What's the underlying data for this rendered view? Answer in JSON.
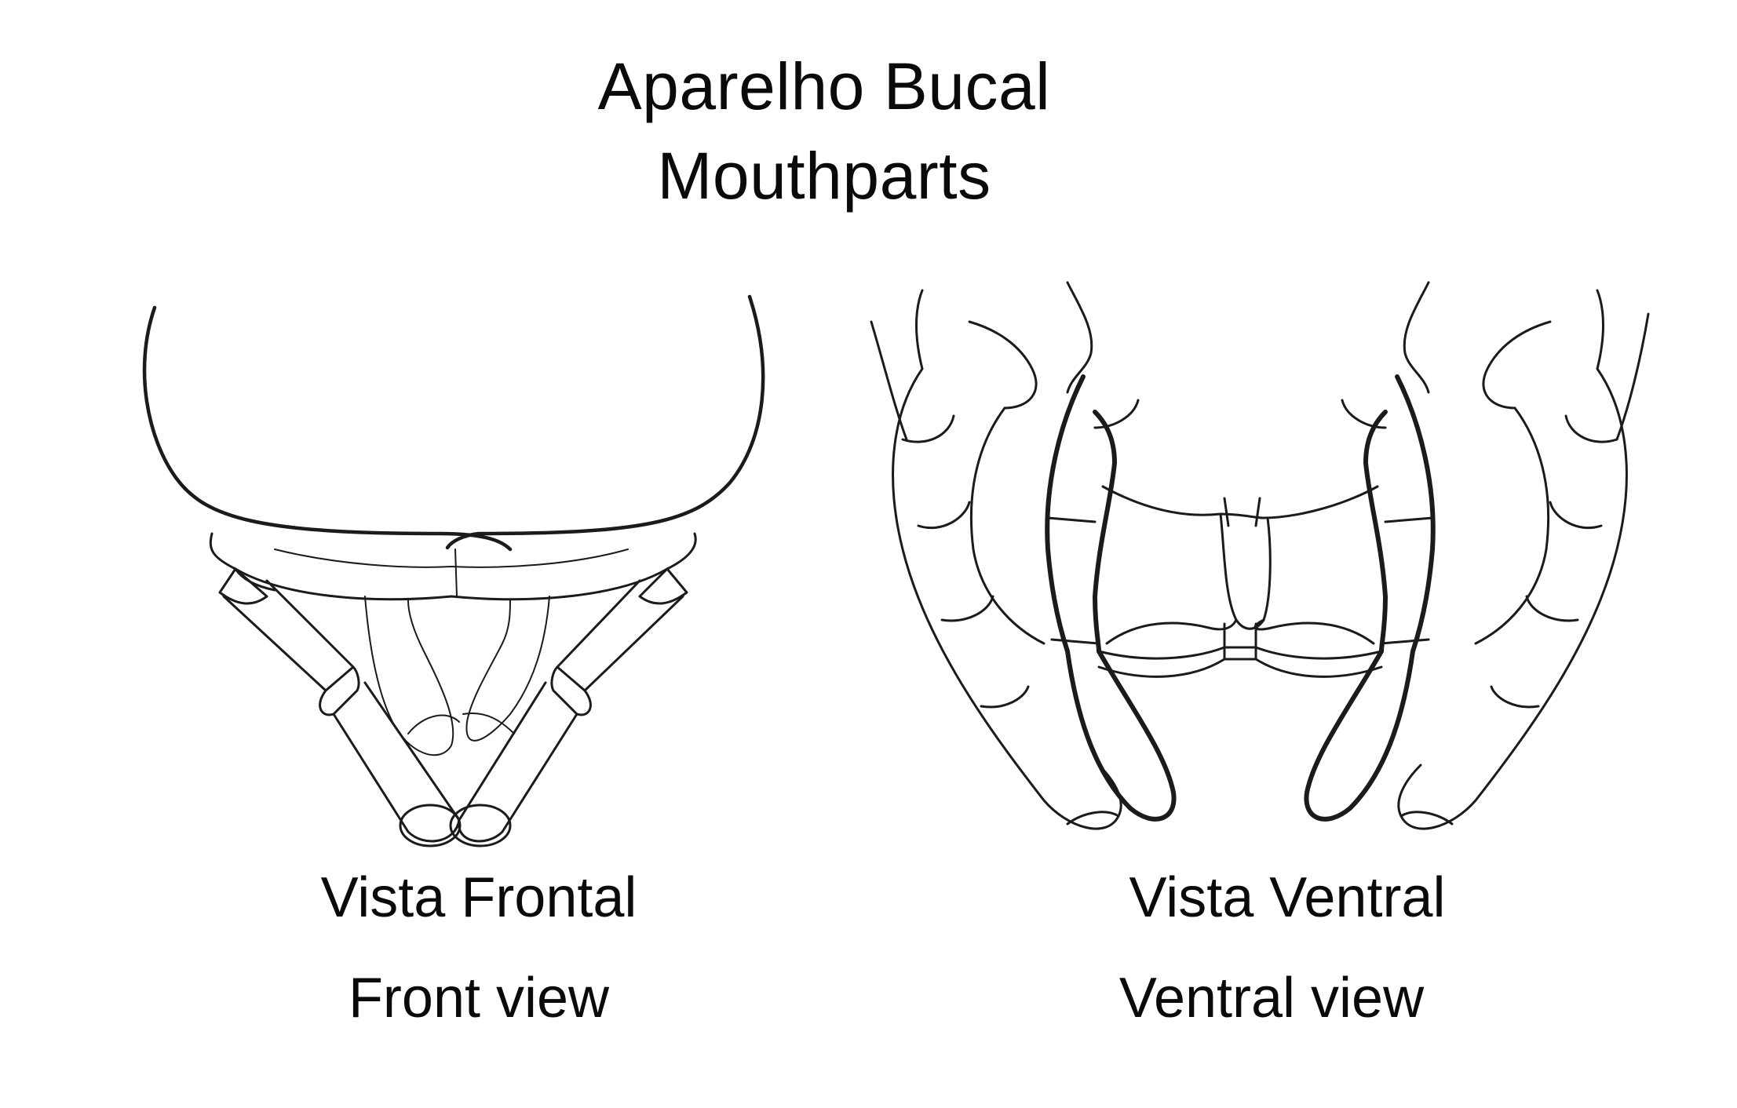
{
  "title": {
    "line1": "Aparelho Bucal",
    "line2": "Mouthparts"
  },
  "views": {
    "front": {
      "label_pt": "Vista Frontal",
      "label_en": "Front view"
    },
    "ventral": {
      "label_pt": "Vista Ventral",
      "label_en": "Ventral view"
    }
  }
}
